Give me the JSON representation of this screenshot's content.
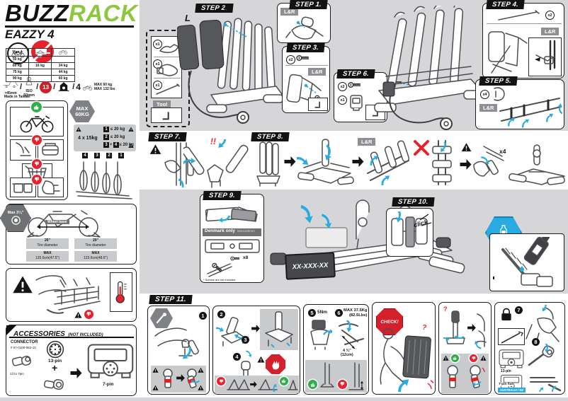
{
  "brand": {
    "buzz": "BUZZ",
    "rack": "RACK",
    "model": "EAZZY 4",
    "made_in": "Made in Taiwan"
  },
  "spec": {
    "max": "Max 4",
    "rows": [
      {
        "c1": "50 kg",
        "c2": "",
        "c3": ""
      },
      {
        "c1": "60 kg",
        "c2": "16 kg",
        "c3": "34 kg"
      },
      {
        "c1": "75 kg",
        "c2": "",
        "c3": "44 kg"
      },
      {
        "c1": "90 kg",
        "c2": "",
        "c3": "60 kg"
      }
    ]
  },
  "homolog": {
    "clearance": ">45mm",
    "iso1": "ISO",
    "iso2": "50mm",
    "pin": "13",
    "count": "4",
    "maxkg": "MAX 60 kg",
    "maxlbs": "MAX 132 lbs",
    "slash": "/"
  },
  "load": {
    "hex1": "MAX",
    "hex2": "60KG",
    "per": "4 x 15kg",
    "n1": "1",
    "v1": "≤ 20 kg",
    "n2": "2",
    "v2": "≤ 20 kg",
    "n3": "3",
    "plus": "+",
    "n4": "4",
    "v34": "≤ 20 kg",
    "seq": [
      "4",
      "3",
      "2",
      "1"
    ]
  },
  "wheelbase": {
    "badge": "Max 3¼\"",
    "label": "Wheel base",
    "d1": "26\"",
    "d2": "29\"",
    "sub": "Tire diameter",
    "max": "MAX",
    "v1": "120.6cm(47.5\")",
    "v2": "123.6cm(48.6\")"
  },
  "acc": {
    "title": "ACCESSORIES",
    "sub": "(NOT INCLUDED)",
    "connector": "CONNECTOR",
    "part": "# 67-0100-062-10",
    "adapter": "13 to 7pin",
    "pin13": "13-pin",
    "plus": "+",
    "pin7": "7-pin"
  },
  "steps": {
    "s1": "STEP 1.",
    "s2": "STEP 2.",
    "s3": "STEP 3.",
    "s4": "STEP 4.",
    "s5": "STEP 5.",
    "s6": "STEP 6.",
    "s7": "STEP 7.",
    "s8": "STEP 8.",
    "s9": "STEP 9.",
    "s10": "STEP 10.",
    "s11": "STEP 11."
  },
  "lbl": {
    "lr": "L&R",
    "l": "L",
    "r": "R",
    "tool": "Tool",
    "x1": "x1",
    "x2": "x2",
    "x4": "x4",
    "x8": "x8",
    "click": "click",
    "bang": "!!",
    "q": "?",
    "plate": "XX-XXX-XX",
    "denmark": "Denmark only",
    "plate_size": "504x120mm",
    "note": "* Screws are not included",
    "torque": "5Nm",
    "maxw": "MAX 37.5Kg",
    "maxw_lbs": "(82.5Lbs)",
    "gap": "4 ¾\"",
    "gap_cm": "(12cm)",
    "check": "CHECK!",
    "pin13": "13-pin",
    "pin7flat": "7-pin flat",
    "aus": "AUSTRALIA / NZ",
    "maint": "maintenance"
  },
  "nums": {
    "n1": "1",
    "n2": "2",
    "n3": "3",
    "n4": "4",
    "n5": "5",
    "n6": "6",
    "n7": "7",
    "n8": "8"
  },
  "colors": {
    "green": "#8dc63f",
    "blue": "#29abe2",
    "red": "#e8222d",
    "gray": "#d6d6d8"
  }
}
